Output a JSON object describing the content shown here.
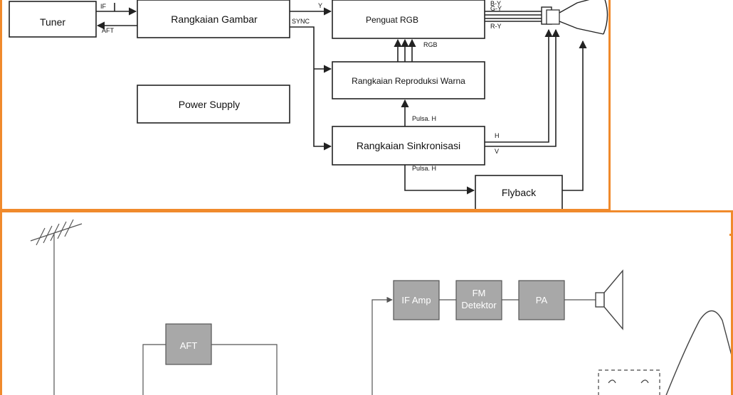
{
  "top_diagram": {
    "blocks": {
      "tuner": "Tuner",
      "rangkaian_gambar": "Rangkaian Gambar",
      "penguat_rgb": "Penguat RGB",
      "reproduksi_warna": "Rangkaian Reproduksi Warna",
      "power_supply": "Power Supply",
      "sinkronisasi": "Rangkaian Sinkronisasi",
      "flyback": "Flyback"
    },
    "signals": {
      "if": "IF",
      "aft": "AFT",
      "y": "Y",
      "sync": "SYNC",
      "by": "B-Y",
      "gy": "G-Y",
      "ry": "R-Y",
      "rgb": "RGB",
      "pulsa_h_1": "Pulsa. H",
      "pulsa_h_2": "Pulsa. H",
      "h": "H",
      "v": "V"
    }
  },
  "bottom_diagram": {
    "blocks": {
      "aft": "AFT",
      "if_amp": "IF Amp",
      "fm_detektor_line1": "FM",
      "fm_detektor_line2": "Detektor",
      "pa": "PA"
    }
  },
  "colors": {
    "panel_border": "#f08a2c",
    "gray_block": "#a8a8a8"
  }
}
